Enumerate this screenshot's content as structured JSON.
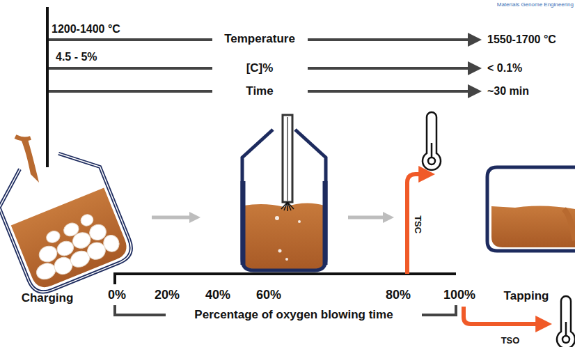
{
  "diagram": {
    "labels": [
      "Materials Genome Engineering",
      "1200-1400 °C",
      "Temperature",
      "1550-1700 °C",
      "4.5 - 5%",
      "[C]%",
      "< 0.1%",
      "Time",
      "~30 min",
      "TSC",
      "Charging",
      "0%",
      "20%",
      "40%",
      "60%",
      "80%",
      "100%",
      "Tapping",
      "Percentage of oxygen blowing time",
      "TSO"
    ]
  }
}
